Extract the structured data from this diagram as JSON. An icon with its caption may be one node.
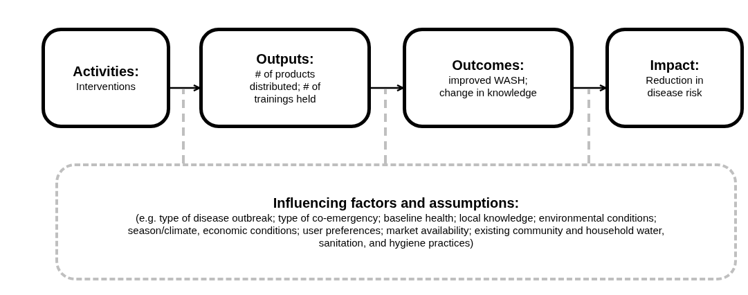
{
  "diagram": {
    "nodes": [
      {
        "text": [
          "Activities:",
          "Interventions"
        ]
      },
      {
        "text": [
          "Outputs:",
          "# of products distributed; # of trainings held"
        ]
      },
      {
        "text": [
          "Outcomes:",
          "improved WASH; change in knowledge"
        ]
      },
      {
        "text": [
          "Impact:",
          "Reduction in disease risk"
        ]
      },
      {
        "text": [
          "Influencing factors and assumptions:",
          "(e.g. type of disease outbreak; type of co-emergency; baseline health; local knowledge; environmental conditions; season/climate, economic conditions; user preferences; market availability; existing community and household water, sanitation, and hygiene practices)"
        ]
      }
    ],
    "edges": [
      {
        "from": 0,
        "to": 1,
        "arrow": "to"
      },
      {
        "from": 1,
        "to": 2,
        "arrow": "to"
      },
      {
        "from": 2,
        "to": 3,
        "arrow": "to"
      },
      {
        "from": 4,
        "to": null,
        "arrow": "none",
        "style": "dashed",
        "color": "#bfbfbf"
      },
      {
        "from": 4,
        "to": null,
        "arrow": "none",
        "style": "dashed",
        "color": "#bfbfbf"
      },
      {
        "from": 4,
        "to": null,
        "arrow": "none",
        "style": "dashed",
        "color": "#bfbfbf"
      }
    ]
  }
}
